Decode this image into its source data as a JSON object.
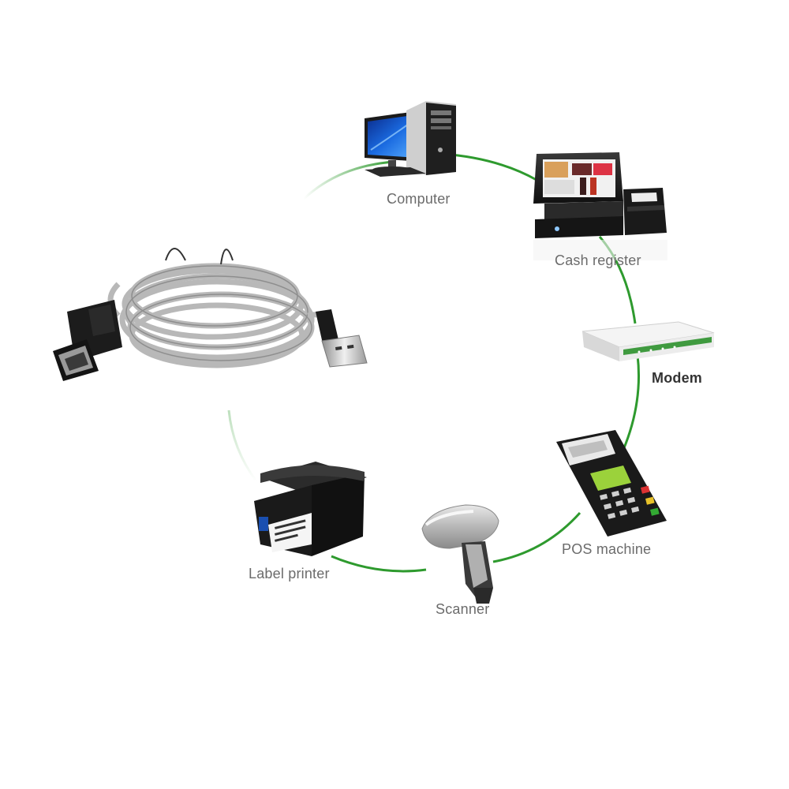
{
  "devices": {
    "computer": {
      "label": "Computer",
      "icon": "computer-icon"
    },
    "cash_register": {
      "label": "Cash register",
      "icon": "cash-register-icon"
    },
    "modem": {
      "label": "Modem",
      "icon": "modem-icon"
    },
    "pos_machine": {
      "label": "POS machine",
      "icon": "pos-machine-icon"
    },
    "scanner": {
      "label": "Scanner",
      "icon": "barcode-scanner-icon"
    },
    "label_printer": {
      "label": "Label printer",
      "icon": "label-printer-icon"
    }
  },
  "product": {
    "icon": "usb-extension-cable-icon"
  },
  "colors": {
    "ring_green": "#2e9a2e",
    "label_gray": "#6b6b6b",
    "label_dark": "#333333"
  }
}
